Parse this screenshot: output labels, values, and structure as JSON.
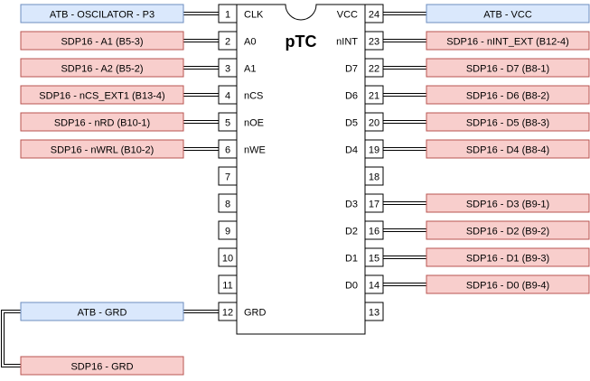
{
  "chip": {
    "title": "pTC",
    "left_pins": [
      {
        "num": "1",
        "label": "CLK"
      },
      {
        "num": "2",
        "label": "A0"
      },
      {
        "num": "3",
        "label": "A1"
      },
      {
        "num": "4",
        "label": "nCS"
      },
      {
        "num": "5",
        "label": "nOE"
      },
      {
        "num": "6",
        "label": "nWE"
      },
      {
        "num": "7",
        "label": ""
      },
      {
        "num": "8",
        "label": ""
      },
      {
        "num": "9",
        "label": ""
      },
      {
        "num": "10",
        "label": ""
      },
      {
        "num": "11",
        "label": ""
      },
      {
        "num": "12",
        "label": "GRD"
      }
    ],
    "right_pins": [
      {
        "num": "24",
        "label": "VCC"
      },
      {
        "num": "23",
        "label": "nINT"
      },
      {
        "num": "22",
        "label": "D7"
      },
      {
        "num": "21",
        "label": "D6"
      },
      {
        "num": "20",
        "label": "D5"
      },
      {
        "num": "19",
        "label": "D4"
      },
      {
        "num": "18",
        "label": ""
      },
      {
        "num": "17",
        "label": "D3"
      },
      {
        "num": "16",
        "label": "D2"
      },
      {
        "num": "15",
        "label": "D1"
      },
      {
        "num": "14",
        "label": "D0"
      },
      {
        "num": "13",
        "label": ""
      }
    ]
  },
  "colors": {
    "blue_fill": "#dae8fc",
    "blue_stroke": "#6c8ebf",
    "red_fill": "#f8cecc",
    "red_stroke": "#b85450"
  },
  "left_connections": [
    {
      "pin": "1",
      "label": "ATB - OSCILATOR - P3",
      "color": "blue"
    },
    {
      "pin": "2",
      "label": "SDP16 - A1 (B5-3)",
      "color": "red"
    },
    {
      "pin": "3",
      "label": "SDP16 - A2 (B5-2)",
      "color": "red"
    },
    {
      "pin": "4",
      "label": "SDP16 - nCS_EXT1 (B13-4)",
      "color": "red"
    },
    {
      "pin": "5",
      "label": "SDP16 - nRD (B10-1)",
      "color": "red"
    },
    {
      "pin": "6",
      "label": "SDP16 - nWRL (B10-2)",
      "color": "red"
    },
    {
      "pin": "12",
      "label": "ATB - GRD",
      "color": "blue"
    }
  ],
  "right_connections": [
    {
      "pin": "24",
      "label": "ATB - VCC",
      "color": "blue"
    },
    {
      "pin": "23",
      "label": "SDP16 - nINT_EXT (B12-4)",
      "color": "red"
    },
    {
      "pin": "22",
      "label": "SDP16 - D7 (B8-1)",
      "color": "red"
    },
    {
      "pin": "21",
      "label": "SDP16 - D6 (B8-2)",
      "color": "red"
    },
    {
      "pin": "20",
      "label": "SDP16 - D5 (B8-3)",
      "color": "red"
    },
    {
      "pin": "19",
      "label": "SDP16 - D4 (B8-4)",
      "color": "red"
    },
    {
      "pin": "17",
      "label": "SDP16 - D3 (B9-1)",
      "color": "red"
    },
    {
      "pin": "16",
      "label": "SDP16 - D2 (B9-2)",
      "color": "red"
    },
    {
      "pin": "15",
      "label": "SDP16 - D1 (B9-3)",
      "color": "red"
    },
    {
      "pin": "14",
      "label": "SDP16 - D0 (B9-4)",
      "color": "red"
    }
  ],
  "extra_boxes": [
    {
      "label": "SDP16 - GRD",
      "color": "red",
      "linked_to": "ATB - GRD"
    }
  ]
}
